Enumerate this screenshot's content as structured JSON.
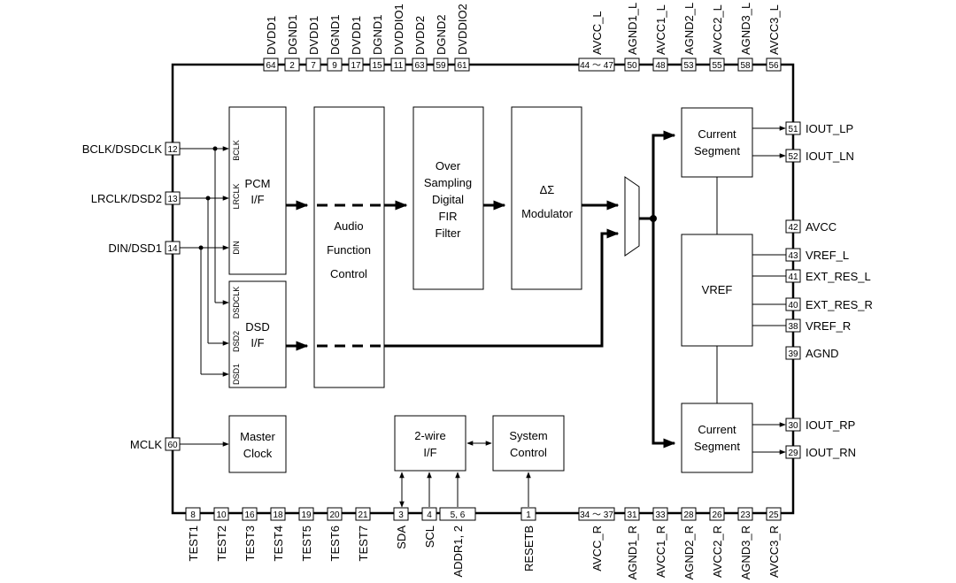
{
  "blocks": {
    "pcm": [
      "PCM",
      "I/F"
    ],
    "pcm_pins": [
      "BCLK",
      "LRCLK",
      "DIN"
    ],
    "dsd": [
      "DSD",
      "I/F"
    ],
    "dsd_pins": [
      "DSDCLK",
      "DSD2",
      "DSD1"
    ],
    "audio": [
      "Audio",
      "Function",
      "Control"
    ],
    "fir": [
      "Over",
      "Sampling",
      "Digital",
      "FIR",
      "Filter"
    ],
    "mod": [
      "ΔΣ",
      "Modulator"
    ],
    "cur_top": [
      "Current",
      "Segment"
    ],
    "vref": "VREF",
    "cur_bot": [
      "Current",
      "Segment"
    ],
    "master": [
      "Master",
      "Clock"
    ],
    "twowire": [
      "2-wire",
      "I/F"
    ],
    "sysctl": [
      "System",
      "Control"
    ]
  },
  "top_pins": [
    {
      "name": "DVDD1",
      "num": "64"
    },
    {
      "name": "DGND1",
      "num": "2"
    },
    {
      "name": "DVDD1",
      "num": "7"
    },
    {
      "name": "DGND1",
      "num": "9"
    },
    {
      "name": "DVDD1",
      "num": "17"
    },
    {
      "name": "DGND1",
      "num": "15"
    },
    {
      "name": "DVDDIO1",
      "num": "11"
    },
    {
      "name": "DVDD2",
      "num": "63"
    },
    {
      "name": "DGND2",
      "num": "59"
    },
    {
      "name": "DVDDIO2",
      "num": "61"
    },
    {
      "name": "AVCC_L",
      "num": "44 ～ 47"
    },
    {
      "name": "AGND1_L",
      "num": "50"
    },
    {
      "name": "AVCC1_L",
      "num": "48"
    },
    {
      "name": "AGND2_L",
      "num": "53"
    },
    {
      "name": "AVCC2_L",
      "num": "55"
    },
    {
      "name": "AGND3_L",
      "num": "58"
    },
    {
      "name": "AVCC3_L",
      "num": "56"
    }
  ],
  "bottom_pins": [
    {
      "name": "TEST1",
      "num": "8"
    },
    {
      "name": "TEST2",
      "num": "10"
    },
    {
      "name": "TEST3",
      "num": "16"
    },
    {
      "name": "TEST4",
      "num": "18"
    },
    {
      "name": "TEST5",
      "num": "19"
    },
    {
      "name": "TEST6",
      "num": "20"
    },
    {
      "name": "TEST7",
      "num": "21"
    },
    {
      "name": "SDA",
      "num": "3"
    },
    {
      "name": "SCL",
      "num": "4"
    },
    {
      "name": "ADDR1, 2",
      "num": "5, 6"
    },
    {
      "name": "RESETB",
      "num": "1"
    },
    {
      "name": "AVCC_R",
      "num": "34 ～ 37"
    },
    {
      "name": "AGND1_R",
      "num": "31"
    },
    {
      "name": "AVCC1_R",
      "num": "33"
    },
    {
      "name": "AGND2_R",
      "num": "28"
    },
    {
      "name": "AVCC2_R",
      "num": "26"
    },
    {
      "name": "AGND3_R",
      "num": "23"
    },
    {
      "name": "AVCC3_R",
      "num": "25"
    }
  ],
  "left_pins": [
    {
      "name": "BCLK/DSDCLK",
      "num": "12"
    },
    {
      "name": "LRCLK/DSD2",
      "num": "13"
    },
    {
      "name": "DIN/DSD1",
      "num": "14"
    },
    {
      "name": "MCLK",
      "num": "60"
    }
  ],
  "right_pins": [
    {
      "name": "IOUT_LP",
      "num": "51"
    },
    {
      "name": "IOUT_LN",
      "num": "52"
    },
    {
      "name": "AVCC",
      "num": "42"
    },
    {
      "name": "VREF_L",
      "num": "43"
    },
    {
      "name": "EXT_RES_L",
      "num": "41"
    },
    {
      "name": "EXT_RES_R",
      "num": "40"
    },
    {
      "name": "VREF_R",
      "num": "38"
    },
    {
      "name": "AGND",
      "num": "39"
    },
    {
      "name": "IOUT_RP",
      "num": "30"
    },
    {
      "name": "IOUT_RN",
      "num": "29"
    }
  ]
}
